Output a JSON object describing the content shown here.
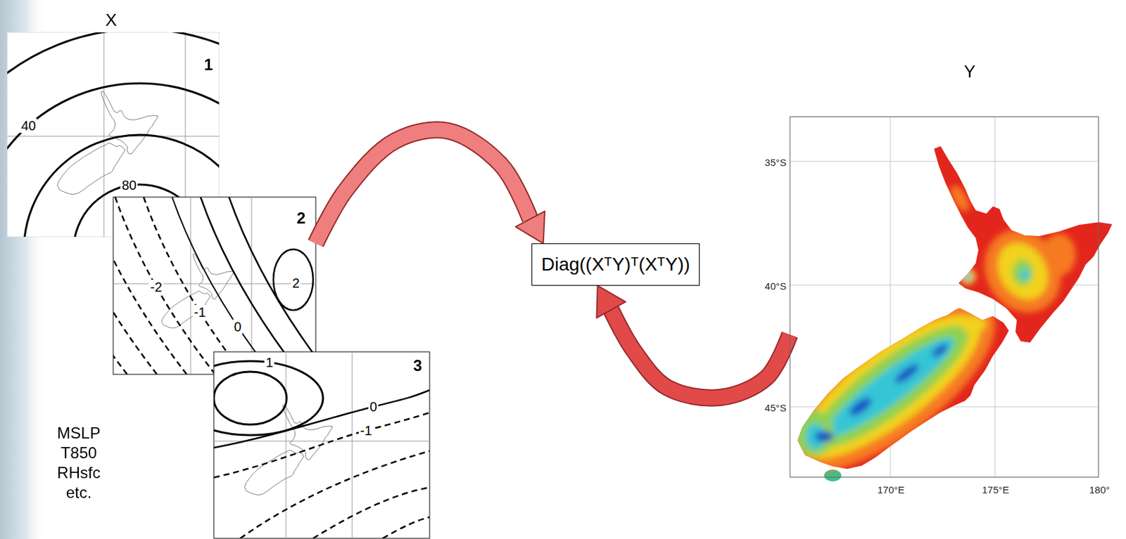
{
  "diagram": {
    "nodes": [
      {
        "text": [
          "1",
          "40",
          "80"
        ]
      },
      {
        "text": [
          "2",
          "2",
          "-2",
          "-1",
          "0"
        ]
      },
      {
        "text": [
          "3",
          "1",
          "0",
          "-1"
        ]
      },
      {
        "text": [
          "Diag((XᵀY)ᵀ(XᵀY))"
        ]
      },
      {
        "text": [
          "35°S",
          "40°S",
          "45°S",
          "170°E",
          "175°E",
          "180°"
        ]
      }
    ],
    "edges": [
      {
        "from": 1,
        "to": 3,
        "arrow": "to"
      },
      {
        "from": 4,
        "to": 3,
        "arrow": "to"
      }
    ],
    "labels": [
      "X",
      "Y",
      "MSLP T850 RHsfc etc."
    ]
  }
}
